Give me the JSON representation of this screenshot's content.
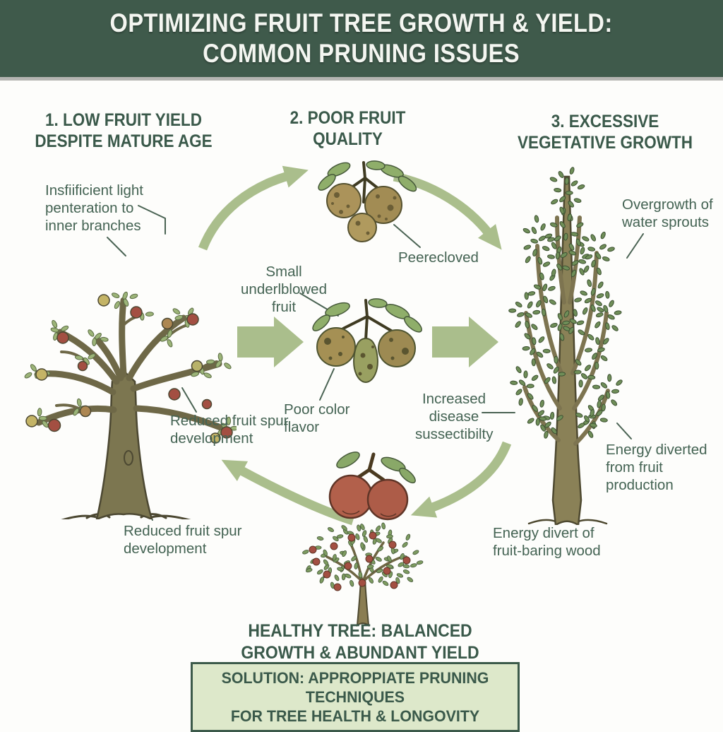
{
  "colors": {
    "background": "#fdfdfb",
    "header_bg": "#3f5a4b",
    "header_text": "#f4f6f1",
    "heading_text": "#3a594a",
    "label_text": "#446353",
    "arrow_green": "#aabe8c",
    "leader_line": "#4a6353",
    "solution_bg": "#dde8ca",
    "solution_border": "#3c5a4a"
  },
  "header": {
    "title": "OPTIMIZING FRUIT TREE GROWTH & YIELD:\nCOMMON PRUNING ISSUES"
  },
  "sections": [
    {
      "title": "1. LOW FRUIT YIELD\nDESPITE MATURE AGE"
    },
    {
      "title": "2. POOR FRUIT\nQUALITY"
    },
    {
      "title": "3. EXCESSIVE\nVEGETATIVE GROWTH"
    }
  ],
  "annotations": {
    "insufficient_light": "Insfiificient light\npenteration to\ninner branches",
    "small_fruit": "Small\nunderlblowed fruit",
    "peeled": "Peerecloved",
    "poor_color": "Poor color\nflavor",
    "increased_disease": "Increased\ndisease\nsussectibilty",
    "reduced_spur_1": "Reduced fruit spur\ndevelopment",
    "reduced_spur_2": "Reduced fruit spur\ndevelopment",
    "overgrowth_water_sprouts": "Overgrowth of\nwater sprouts",
    "energy_diverted": "Energy diverted\nfrom fruit\nproduction",
    "energy_divert_wood": "Energy divert of\nfruit-baring wood"
  },
  "footer": {
    "healthy_tree": "HEALTHY TREE: BALANCED\nGROWTH & ABUNDANT YIELD",
    "solution": "SOLUTION: APPROPPIATE PRUNING TECHNIQUES\nFOR TREE HEALTH & LONGOVITY"
  }
}
